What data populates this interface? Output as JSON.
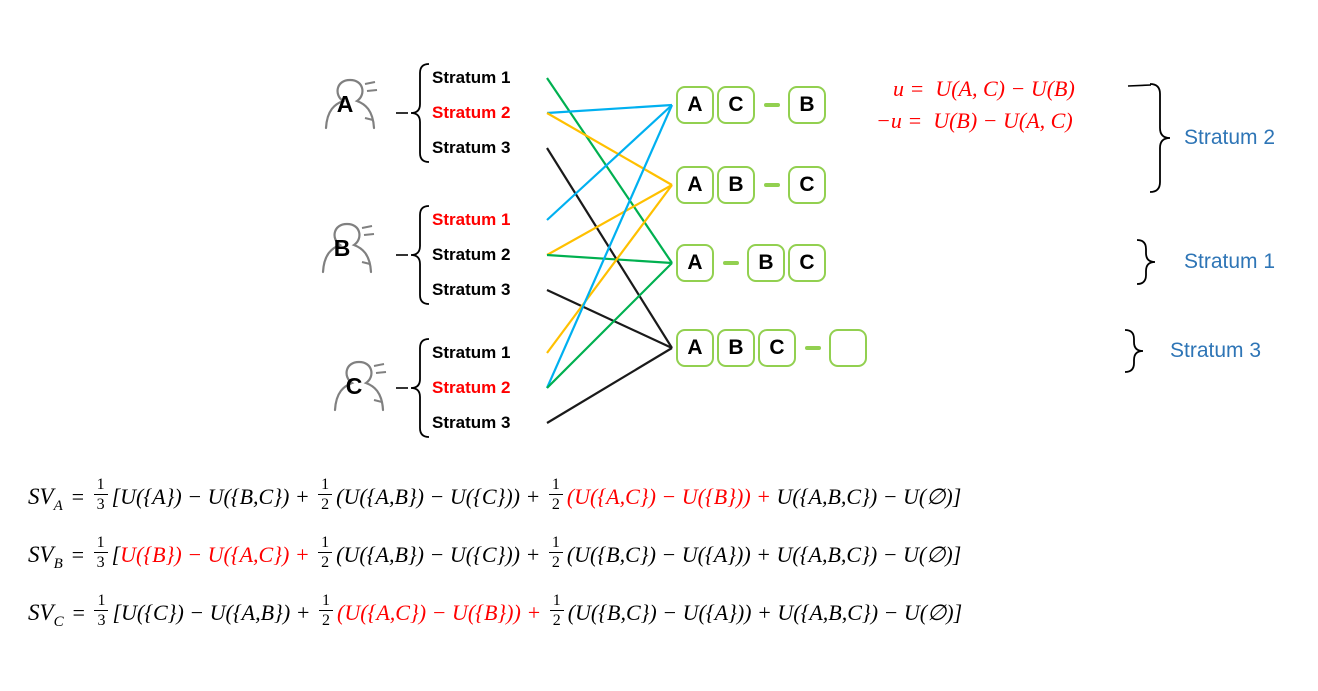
{
  "colors": {
    "red": "#FF0000",
    "blue": "#2E75B6",
    "box_green": "#92D050",
    "line_green": "#00B050",
    "line_cyan": "#00B0F0",
    "line_orange": "#FFC000",
    "line_black": "#1a1a1a",
    "icon_gray": "#808080"
  },
  "players": [
    {
      "letter": "A",
      "strata": [
        {
          "label": "Stratum 1",
          "highlighted": false
        },
        {
          "label": "Stratum 2",
          "highlighted": true
        },
        {
          "label": "Stratum 3",
          "highlighted": false
        }
      ]
    },
    {
      "letter": "B",
      "strata": [
        {
          "label": "Stratum 1",
          "highlighted": true
        },
        {
          "label": "Stratum 2",
          "highlighted": false
        },
        {
          "label": "Stratum 3",
          "highlighted": false
        }
      ]
    },
    {
      "letter": "C",
      "strata": [
        {
          "label": "Stratum 1",
          "highlighted": false
        },
        {
          "label": "Stratum 2",
          "highlighted": true
        },
        {
          "label": "Stratum 3",
          "highlighted": false
        }
      ]
    }
  ],
  "coalition_rows": [
    {
      "left": [
        "A",
        "C"
      ],
      "right": [
        "B"
      ]
    },
    {
      "left": [
        "A",
        "B"
      ],
      "right": [
        "C"
      ]
    },
    {
      "left": [
        "A"
      ],
      "right": [
        "B",
        "C"
      ]
    },
    {
      "left": [
        "A",
        "B",
        "C"
      ],
      "right": [
        ""
      ]
    }
  ],
  "edges": [
    {
      "player": 0,
      "stratum": 0,
      "row": 2,
      "color": "line_green"
    },
    {
      "player": 0,
      "stratum": 1,
      "row": 0,
      "color": "line_cyan"
    },
    {
      "player": 0,
      "stratum": 1,
      "row": 1,
      "color": "line_orange"
    },
    {
      "player": 0,
      "stratum": 2,
      "row": 3,
      "color": "line_black"
    },
    {
      "player": 1,
      "stratum": 0,
      "row": 0,
      "color": "line_cyan"
    },
    {
      "player": 1,
      "stratum": 1,
      "row": 1,
      "color": "line_orange"
    },
    {
      "player": 1,
      "stratum": 1,
      "row": 2,
      "color": "line_green"
    },
    {
      "player": 1,
      "stratum": 2,
      "row": 3,
      "color": "line_black"
    },
    {
      "player": 2,
      "stratum": 0,
      "row": 1,
      "color": "line_orange"
    },
    {
      "player": 2,
      "stratum": 1,
      "row": 0,
      "color": "line_cyan"
    },
    {
      "player": 2,
      "stratum": 1,
      "row": 2,
      "color": "line_green"
    },
    {
      "player": 2,
      "stratum": 2,
      "row": 3,
      "color": "line_black"
    }
  ],
  "annotations": {
    "eq1": "u =  U(A, C) − U(B)",
    "eq2": "−u =  U(B) − U(A, C)",
    "stratum_labels": [
      "Stratum 2",
      "Stratum 1",
      "Stratum 3"
    ]
  },
  "formulas": [
    {
      "name": "SV",
      "sub": "A",
      "parts": [
        {
          "type": "text",
          "text": " = "
        },
        {
          "type": "frac",
          "num": "1",
          "den": "3"
        },
        {
          "type": "text",
          "text": "[U({A}) − U({B,C}) + "
        },
        {
          "type": "frac",
          "num": "1",
          "den": "2"
        },
        {
          "type": "text",
          "text": "(U({A,B}) − U({C})) + "
        },
        {
          "type": "frac",
          "num": "1",
          "den": "2"
        },
        {
          "type": "text",
          "text": "(U({A,C}) − U({B})) + ",
          "red": true
        },
        {
          "type": "text",
          "text": "U({A,B,C}) − U(∅)]"
        }
      ]
    },
    {
      "name": "SV",
      "sub": "B",
      "parts": [
        {
          "type": "text",
          "text": " = "
        },
        {
          "type": "frac",
          "num": "1",
          "den": "3"
        },
        {
          "type": "text",
          "text": "["
        },
        {
          "type": "text",
          "text": "U({B}) − U({A,C}) + ",
          "red": true
        },
        {
          "type": "frac",
          "num": "1",
          "den": "2"
        },
        {
          "type": "text",
          "text": "(U({A,B}) − U({C})) + "
        },
        {
          "type": "frac",
          "num": "1",
          "den": "2"
        },
        {
          "type": "text",
          "text": "(U({B,C}) − U({A})) + "
        },
        {
          "type": "text",
          "text": "U({A,B,C}) − U(∅)]"
        }
      ]
    },
    {
      "name": "SV",
      "sub": "C",
      "parts": [
        {
          "type": "text",
          "text": " = "
        },
        {
          "type": "frac",
          "num": "1",
          "den": "3"
        },
        {
          "type": "text",
          "text": "[U({C}) − U({A,B}) + "
        },
        {
          "type": "frac",
          "num": "1",
          "den": "2"
        },
        {
          "type": "text",
          "text": "(U({A,C}) − U({B})) + ",
          "red": true
        },
        {
          "type": "frac",
          "num": "1",
          "den": "2"
        },
        {
          "type": "text",
          "text": "(U({B,C}) − U({A})) + "
        },
        {
          "type": "text",
          "text": "U({A,B,C}) − U(∅)]"
        }
      ]
    }
  ]
}
